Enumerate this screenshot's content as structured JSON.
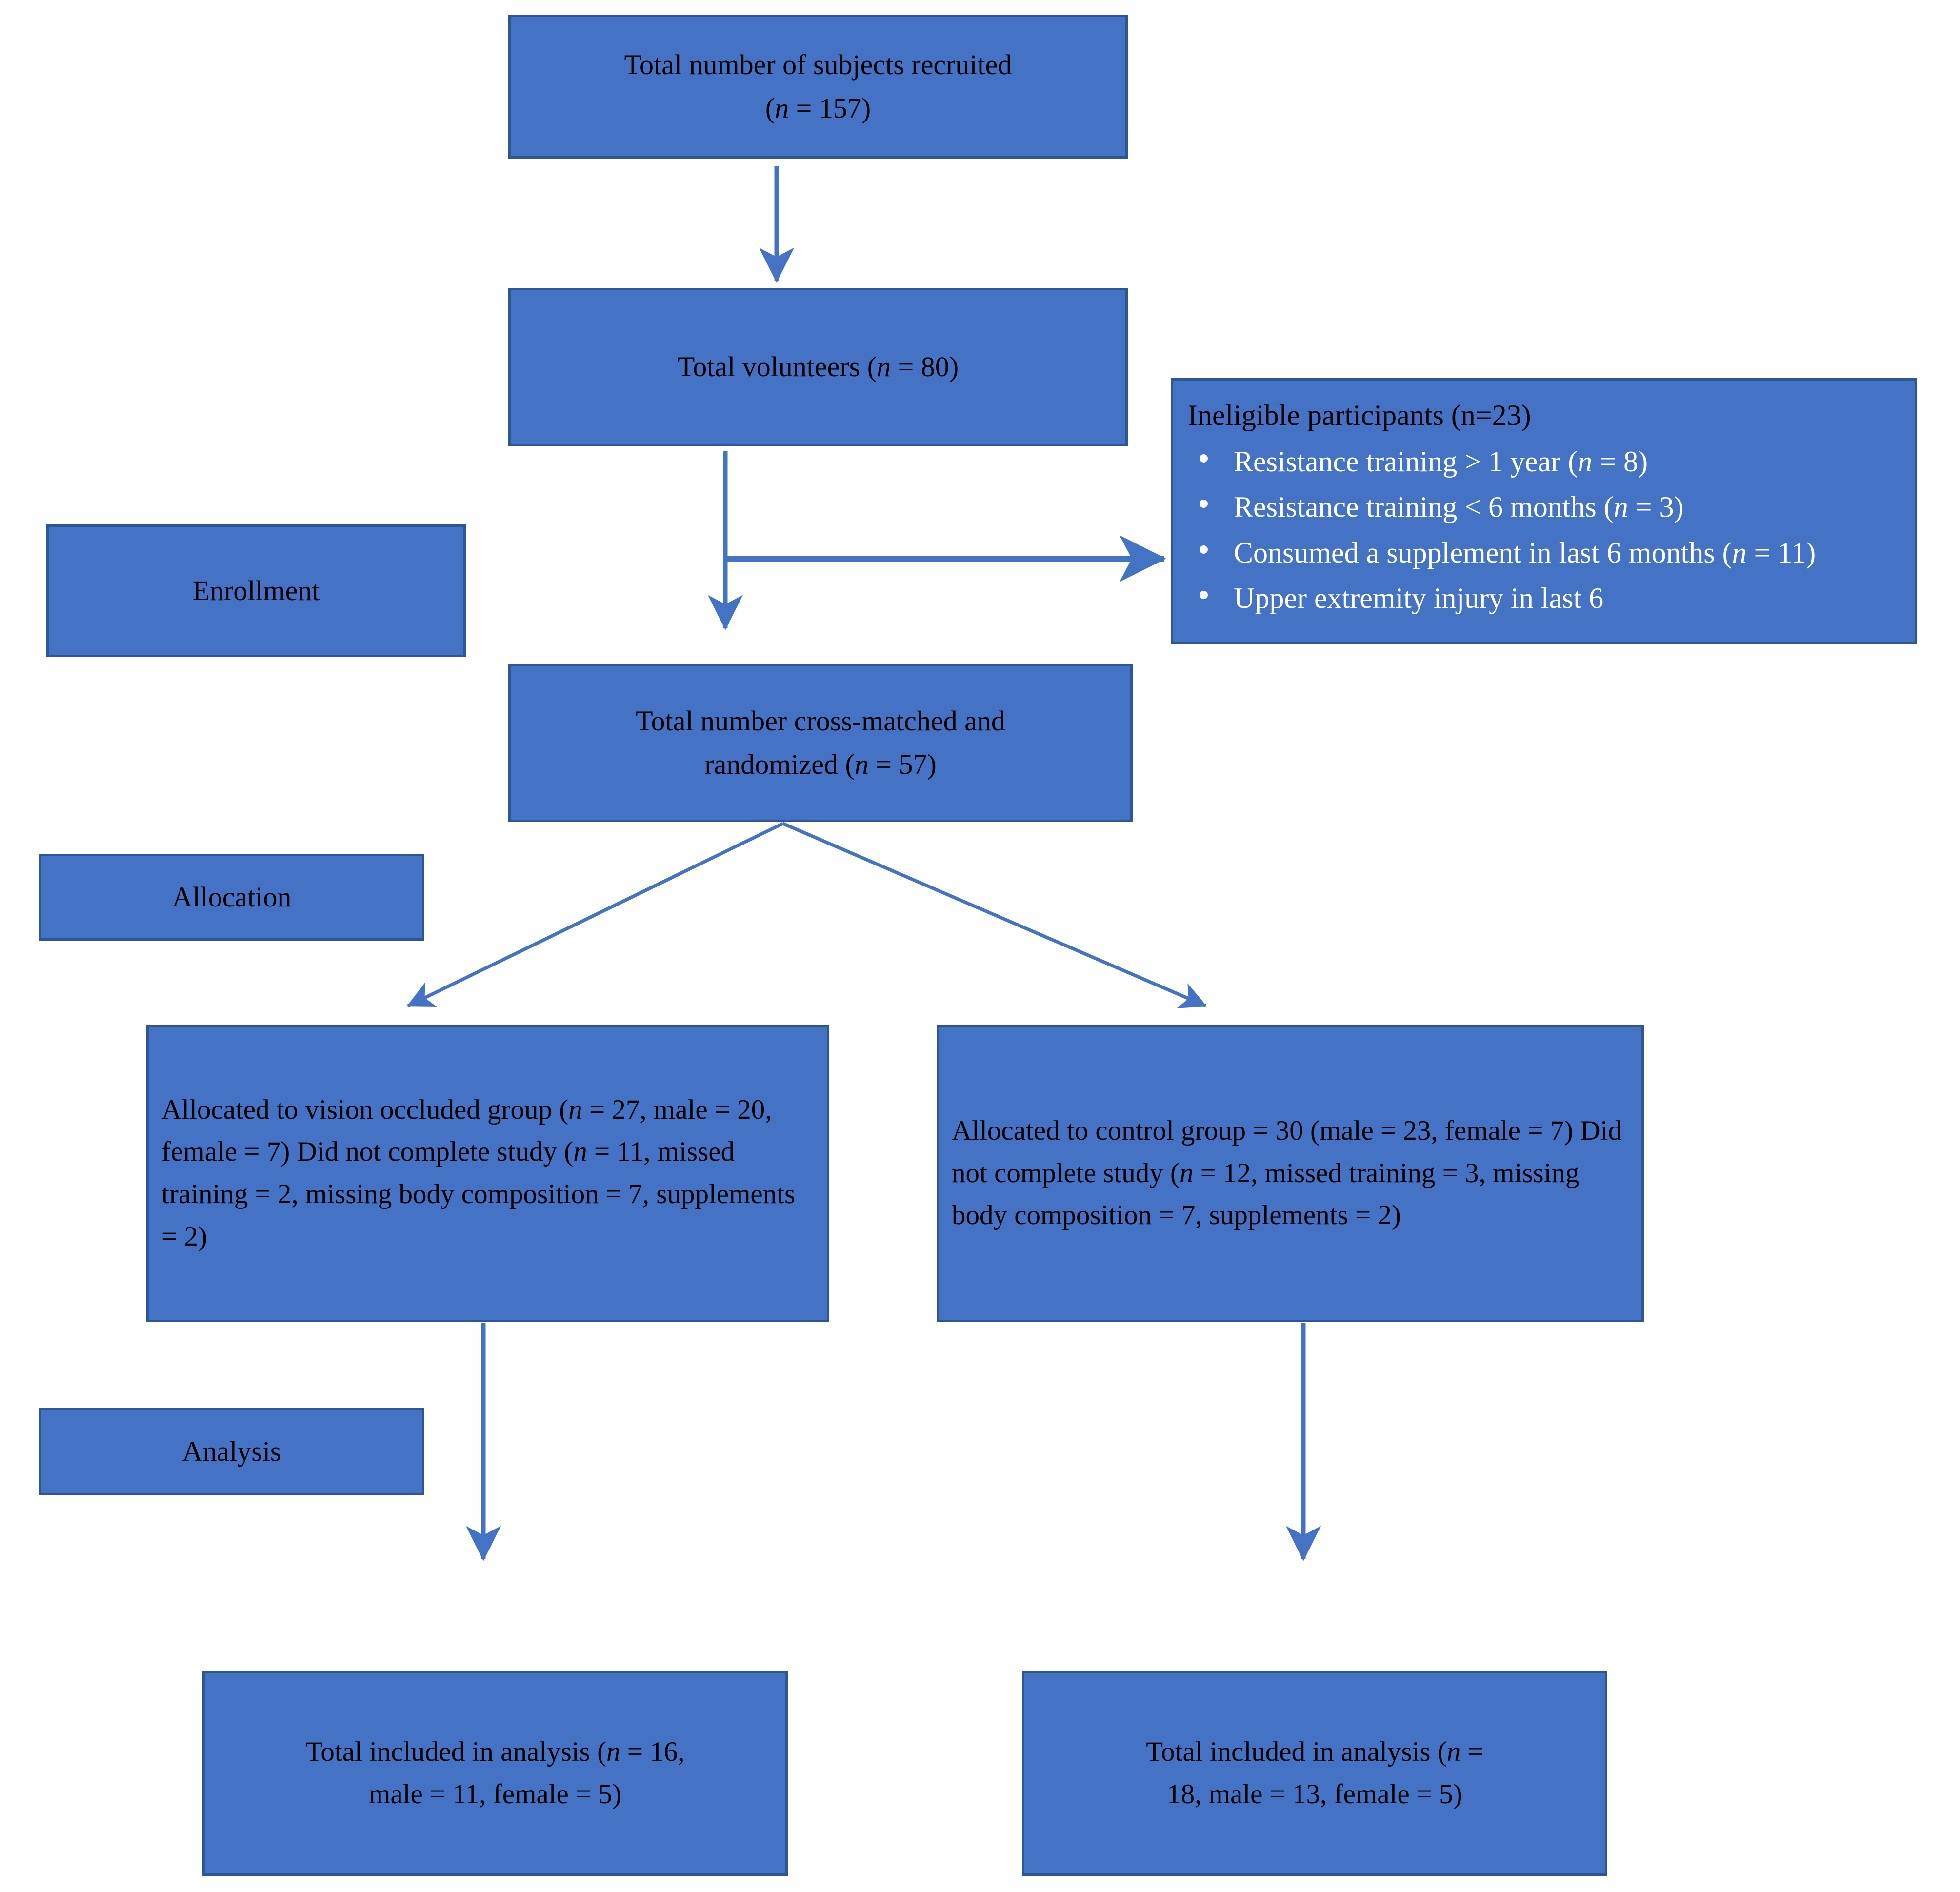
{
  "diagram": {
    "title": "CONSORT participant flow diagram",
    "colors": {
      "box_fill": "#4472C4",
      "box_border": "#2F5597",
      "connector": "#4472C4",
      "text_dark": "#000000",
      "text_light": "#FFFFFF"
    }
  },
  "stages": {
    "enrollment": "Enrollment",
    "allocation": "Allocation",
    "analysis": "Analysis"
  },
  "boxes": {
    "recruited": {
      "line1": "Total number of subjects recruited",
      "line2_prefix": "(",
      "line2_n": "n",
      "line2_suffix": " = 157)"
    },
    "volunteers": {
      "prefix": "Total volunteers (",
      "n": "n",
      "suffix": " = 80)"
    },
    "randomized": {
      "line1": "Total number cross-matched and",
      "line2_prefix": "randomized (",
      "line2_n": "n",
      "line2_suffix": " = 57)"
    },
    "ineligible": {
      "heading": "Ineligible participants (n=23)",
      "bullets": [
        {
          "text_before": "Resistance training > 1 year (",
          "n": "n",
          "text_after": " = 8)"
        },
        {
          "text_before": "Resistance training < 6 months (",
          "n": "n",
          "text_after": " = 3)"
        },
        {
          "text_before": "Consumed a supplement in last 6 months (",
          "n": "n",
          "text_after": " = 11)"
        },
        {
          "text_before": "Upper extremity injury in last 6",
          "n": "",
          "text_after": ""
        }
      ]
    },
    "alloc_vision": {
      "para1_before": "Allocated to vision occluded group (",
      "para1_n": "n",
      "para1_after": " = 27, male = 20, female = 7)",
      "para2_before": "Did not complete study (",
      "para2_n": "n",
      "para2_after": " = 11, missed training = 2, missing body composition = 7, supplements = 2)"
    },
    "alloc_control": {
      "para1_before": "Allocated to control group = 30 (male = 23, female = 7)",
      "para1_n": "",
      "para1_after": "",
      "para2_before": "Did not complete study (",
      "para2_n": "n",
      "para2_after": " = 12, missed training = 3, missing body composition = 7, supplements = 2)"
    },
    "analysis_left": {
      "line1_before": "Total included in analysis (",
      "line1_n": "n",
      "line1_after": " = 16,",
      "line2": "male = 11, female = 5)"
    },
    "analysis_right": {
      "line1_before": "Total included in analysis (",
      "line1_n": "n",
      "line1_after": " =",
      "line2": "18, male = 13, female = 5)"
    }
  },
  "connectors": [
    {
      "name": "recruited-to-volunteers",
      "type": "arrow-down"
    },
    {
      "name": "volunteers-to-ineligible",
      "type": "arrow-right"
    },
    {
      "name": "volunteers-to-randomized",
      "type": "arrow-down"
    },
    {
      "name": "randomized-to-vision-group",
      "type": "arrow-diagonal-left"
    },
    {
      "name": "randomized-to-control-group",
      "type": "arrow-diagonal-right"
    },
    {
      "name": "vision-group-to-analysis",
      "type": "arrow-down"
    },
    {
      "name": "control-group-to-analysis",
      "type": "arrow-down"
    }
  ]
}
